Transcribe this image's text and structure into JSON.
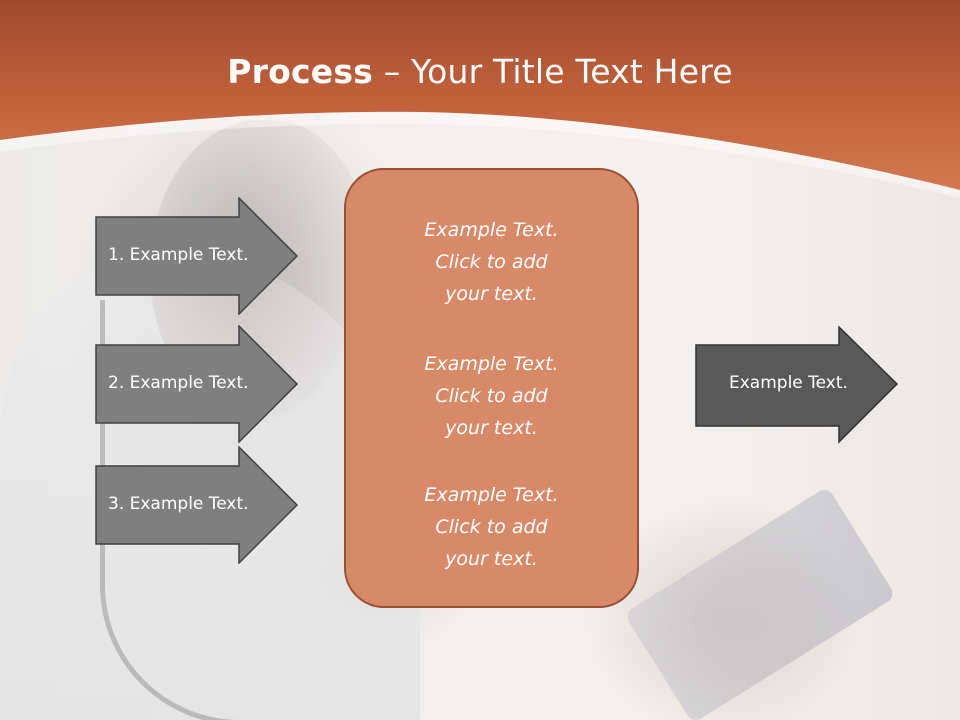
{
  "title": {
    "bold": "Process",
    "rest": " – Your Title Text Here"
  },
  "left_arrows": [
    {
      "label": "1. Example Text."
    },
    {
      "label": "2. Example Text."
    },
    {
      "label": "3. Example Text."
    }
  ],
  "right_arrow": {
    "label": "Example Text."
  },
  "center_blocks": [
    {
      "line1": "Example Text.",
      "line2": "Click  to add",
      "line3": "your text."
    },
    {
      "line1": "Example Text.",
      "line2": "Click  to add",
      "line3": "your text."
    },
    {
      "line1": "Example Text.",
      "line2": "Click  to add",
      "line3": "your text."
    }
  ],
  "colors": {
    "header": "#c8663f",
    "center_box": "#d88a68",
    "center_box_border": "#9b4e32",
    "arrow_light": "#7f7f7f",
    "arrow_dark": "#595959"
  }
}
